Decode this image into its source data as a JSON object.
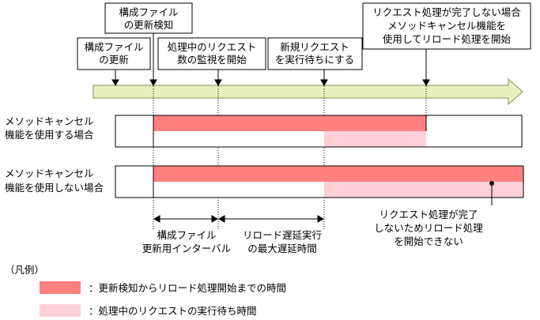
{
  "callouts": {
    "config_update": [
      "構成ファイル",
      "の更新"
    ],
    "update_detect": [
      "構成ファイル",
      "の更新検知"
    ],
    "start_monitor": [
      "処理中のリクエスト",
      "数の監視を開始"
    ],
    "new_request_wait": [
      "新規リクエスト",
      "を実行待ちにする"
    ],
    "start_reload_cancel": [
      "リクエスト処理が完了しない場合",
      "メソッドキャンセル機能を",
      "使用してリロード処理を開始"
    ]
  },
  "rows": {
    "with_cancel": [
      "メソッドキャンセル",
      "機能を使用する場合"
    ],
    "without_cancel": [
      "メソッドキャンセル",
      "機能を使用しない場合"
    ]
  },
  "note_not_complete": [
    "リクエスト処理が完了",
    "しないためリロード処理",
    "を開始できない"
  ],
  "intervals": {
    "update_interval": [
      "構成ファイル",
      "更新用インターバル"
    ],
    "max_delay": [
      "リロード遅延実行",
      "の最大遅延時間"
    ]
  },
  "legend": {
    "title": "（凡例）",
    "item1": "：更新検知からリロード処理開始までの時間",
    "item2": "：処理中のリクエストの実行待ち時間"
  },
  "colors": {
    "strong": "#ff8080",
    "light": "#ffd0d8",
    "arrow_fill": "#e8f0c0",
    "arrow_stroke": "#9aa870"
  }
}
